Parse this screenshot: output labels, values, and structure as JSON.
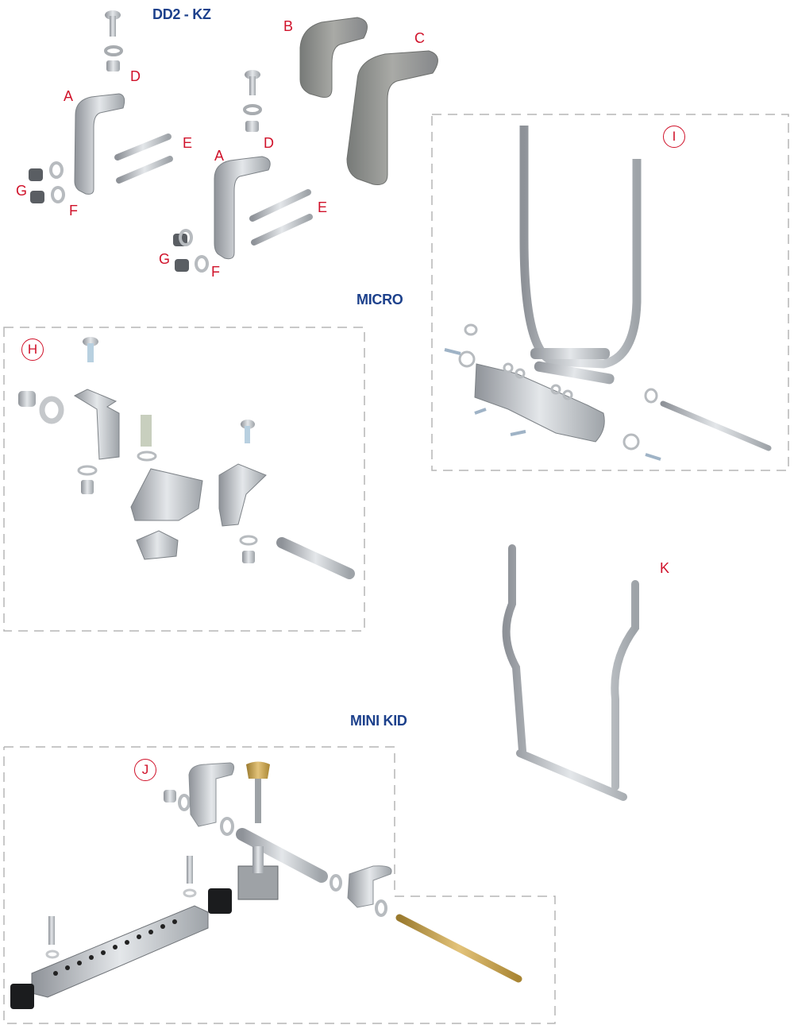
{
  "sections": {
    "dd2_kz": "DD2 - KZ",
    "micro": "MICRO",
    "mini_kid": "MINI KID"
  },
  "part_labels": {
    "b": "B",
    "c": "C",
    "d1": "D",
    "d2": "D",
    "a1": "A",
    "a2": "A",
    "e1": "E",
    "e2": "E",
    "g1": "G",
    "g2": "G",
    "f1": "F",
    "f2": "F",
    "k": "K"
  },
  "kit_labels": {
    "h": "H",
    "i": "I",
    "j": "J"
  },
  "colors": {
    "title": "#1d418c",
    "label": "#d0122a",
    "dash": "#b5b5b5"
  }
}
